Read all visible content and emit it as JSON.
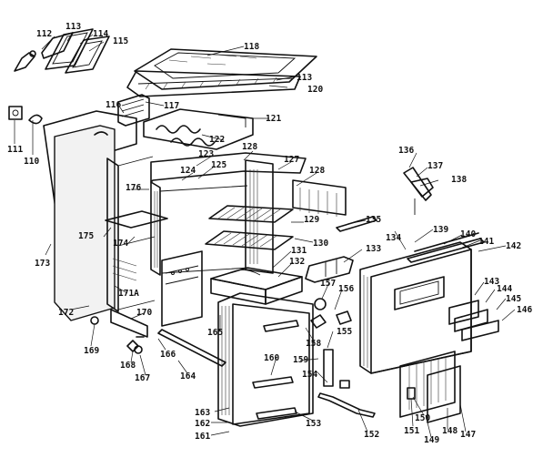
{
  "diagram": {
    "callouts": [
      {
        "id": "c112",
        "text": "112"
      },
      {
        "id": "c113a",
        "text": "113"
      },
      {
        "id": "c114",
        "text": "114"
      },
      {
        "id": "c115",
        "text": "115"
      },
      {
        "id": "c118",
        "text": "118"
      },
      {
        "id": "c113b",
        "text": "113"
      },
      {
        "id": "c120",
        "text": "120"
      },
      {
        "id": "c116",
        "text": "116"
      },
      {
        "id": "c117",
        "text": "117"
      },
      {
        "id": "c121",
        "text": "121"
      },
      {
        "id": "c122",
        "text": "122"
      },
      {
        "id": "c111",
        "text": "111"
      },
      {
        "id": "c110",
        "text": "110"
      },
      {
        "id": "c123",
        "text": "123"
      },
      {
        "id": "c128a",
        "text": "128"
      },
      {
        "id": "c127",
        "text": "127"
      },
      {
        "id": "c128b",
        "text": "128"
      },
      {
        "id": "c124",
        "text": "124"
      },
      {
        "id": "c125",
        "text": "125"
      },
      {
        "id": "c176",
        "text": "176"
      },
      {
        "id": "c136",
        "text": "136"
      },
      {
        "id": "c137",
        "text": "137"
      },
      {
        "id": "c138",
        "text": "138"
      },
      {
        "id": "c129",
        "text": "129"
      },
      {
        "id": "c135",
        "text": "135"
      },
      {
        "id": "c175",
        "text": "175"
      },
      {
        "id": "c174",
        "text": "174"
      },
      {
        "id": "c130",
        "text": "130"
      },
      {
        "id": "c134",
        "text": "134"
      },
      {
        "id": "c139",
        "text": "139"
      },
      {
        "id": "c140",
        "text": "140"
      },
      {
        "id": "c141",
        "text": "141"
      },
      {
        "id": "c142",
        "text": "142"
      },
      {
        "id": "c131",
        "text": "131"
      },
      {
        "id": "c132",
        "text": "132"
      },
      {
        "id": "c133",
        "text": "133"
      },
      {
        "id": "c173",
        "text": "173"
      },
      {
        "id": "c171a",
        "text": "171A"
      },
      {
        "id": "c157",
        "text": "157"
      },
      {
        "id": "c156",
        "text": "156"
      },
      {
        "id": "c143",
        "text": "143"
      },
      {
        "id": "c144",
        "text": "144"
      },
      {
        "id": "c145",
        "text": "145"
      },
      {
        "id": "c146",
        "text": "146"
      },
      {
        "id": "c172",
        "text": "172"
      },
      {
        "id": "c170",
        "text": "170"
      },
      {
        "id": "c165",
        "text": "165"
      },
      {
        "id": "c158",
        "text": "158"
      },
      {
        "id": "c155",
        "text": "155"
      },
      {
        "id": "c169",
        "text": "169"
      },
      {
        "id": "c166",
        "text": "166"
      },
      {
        "id": "c160",
        "text": "160"
      },
      {
        "id": "c159",
        "text": "159"
      },
      {
        "id": "c168",
        "text": "168"
      },
      {
        "id": "c167",
        "text": "167"
      },
      {
        "id": "c164",
        "text": "164"
      },
      {
        "id": "c154",
        "text": "154"
      },
      {
        "id": "c150",
        "text": "150"
      },
      {
        "id": "c163",
        "text": "163"
      },
      {
        "id": "c153",
        "text": "153"
      },
      {
        "id": "c151",
        "text": "151"
      },
      {
        "id": "c148",
        "text": "148"
      },
      {
        "id": "c162",
        "text": "162"
      },
      {
        "id": "c152",
        "text": "152"
      },
      {
        "id": "c149",
        "text": "149"
      },
      {
        "id": "c147",
        "text": "147"
      },
      {
        "id": "c161",
        "text": "161"
      }
    ]
  }
}
